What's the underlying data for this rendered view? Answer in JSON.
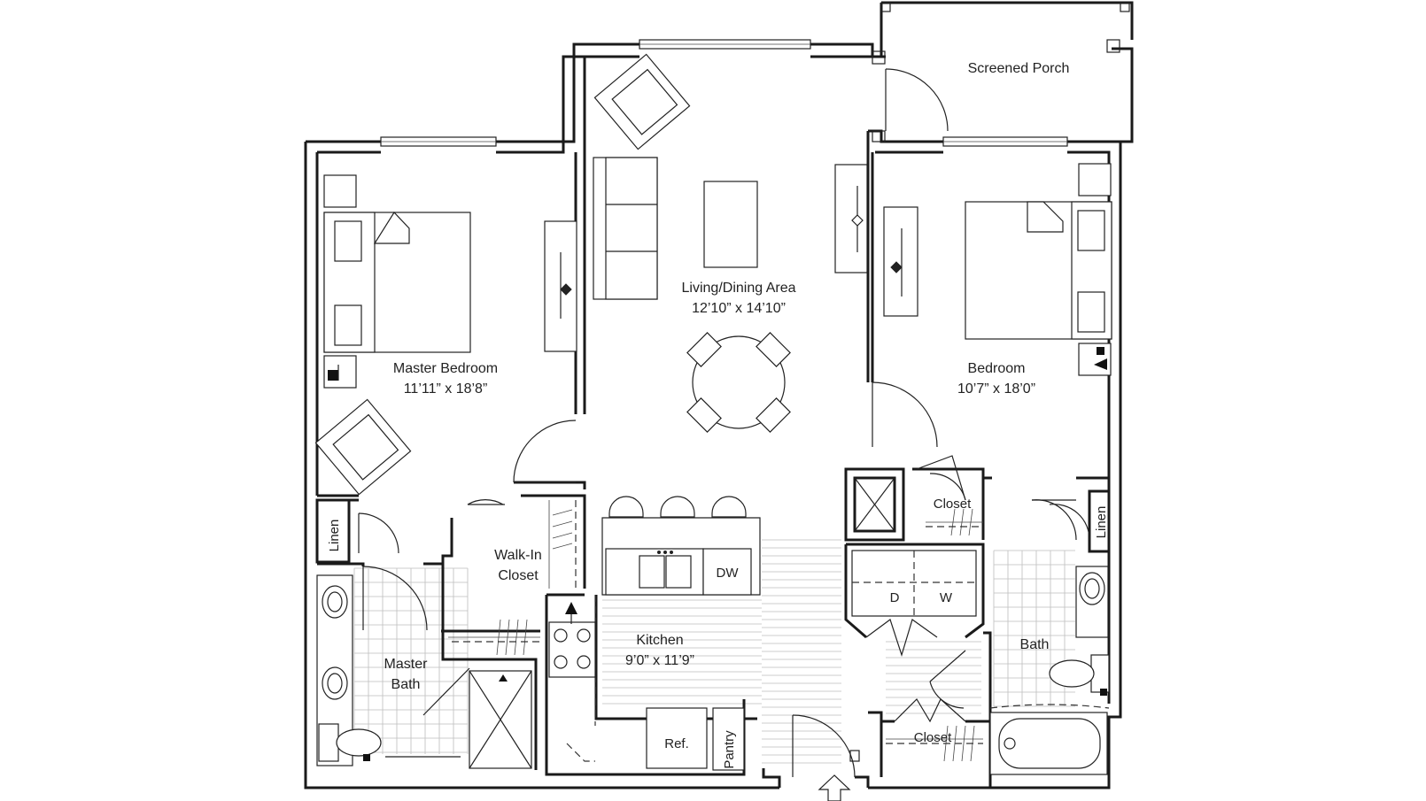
{
  "plan": {
    "rooms": {
      "screened_porch": "Screened Porch",
      "living_dining": {
        "name": "Living/Dining Area",
        "dims": "12’10” x 14’10”"
      },
      "master_bedroom": {
        "name": "Master Bedroom",
        "dims": "11’11” x 18’8”"
      },
      "bedroom": {
        "name": "Bedroom",
        "dims": "10’7” x 18’0”"
      },
      "kitchen": {
        "name": "Kitchen",
        "dims": "9’0” x 11’9”"
      },
      "walk_in_closet": {
        "line1": "Walk-In",
        "line2": "Closet"
      },
      "master_bath": {
        "line1": "Master",
        "line2": "Bath"
      },
      "bath": "Bath",
      "linen_left": "Linen",
      "linen_right": "Linen",
      "closet_upper": "Closet",
      "closet_lower": "Closet"
    },
    "fixtures": {
      "dishwasher": "DW",
      "dryer": "D",
      "washer": "W",
      "refrigerator": "Ref.",
      "pantry": "Pantry"
    },
    "entry_arrow_icon": "entry-arrow-icon"
  }
}
